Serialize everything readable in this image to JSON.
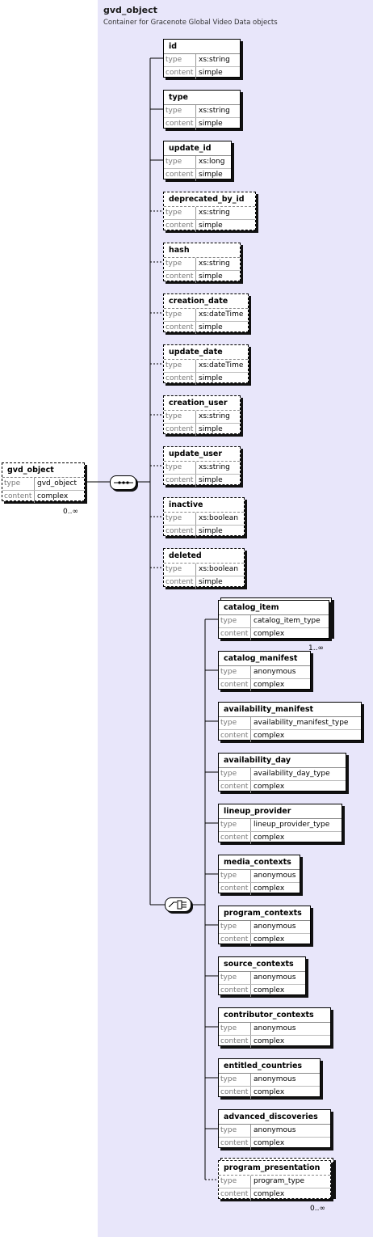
{
  "header": {
    "title": "gvd_object",
    "description": "Container for Gracenote Global Video Data objects"
  },
  "root": {
    "name": "gvd_object",
    "type": "gvd_object",
    "content": "complex",
    "cardinality": "0..∞",
    "optional": true
  },
  "labels": {
    "type": "type",
    "content": "content"
  },
  "sequence_children": [
    {
      "name": "id",
      "type": "xs:string",
      "content": "simple",
      "optional": false
    },
    {
      "name": "type",
      "type": "xs:string",
      "content": "simple",
      "optional": false
    },
    {
      "name": "update_id",
      "type": "xs:long",
      "content": "simple",
      "optional": false
    },
    {
      "name": "deprecated_by_id",
      "type": "xs:string",
      "content": "simple",
      "optional": true
    },
    {
      "name": "hash",
      "type": "xs:string",
      "content": "simple",
      "optional": true
    },
    {
      "name": "creation_date",
      "type": "xs:dateTime",
      "content": "simple",
      "optional": true
    },
    {
      "name": "update_date",
      "type": "xs:dateTime",
      "content": "simple",
      "optional": true
    },
    {
      "name": "creation_user",
      "type": "xs:string",
      "content": "simple",
      "optional": true
    },
    {
      "name": "update_user",
      "type": "xs:string",
      "content": "simple",
      "optional": true
    },
    {
      "name": "inactive",
      "type": "xs:boolean",
      "content": "simple",
      "optional": true
    },
    {
      "name": "deleted",
      "type": "xs:boolean",
      "content": "simple",
      "optional": true
    }
  ],
  "choice_children": [
    {
      "name": "catalog_item",
      "type": "catalog_item_type",
      "content": "complex",
      "optional": false,
      "multiple": true,
      "cardinality": "1..∞"
    },
    {
      "name": "catalog_manifest",
      "type": "anonymous",
      "content": "complex",
      "optional": false
    },
    {
      "name": "availability_manifest",
      "type": "availability_manifest_type",
      "content": "complex",
      "optional": false
    },
    {
      "name": "availability_day",
      "type": "availability_day_type",
      "content": "complex",
      "optional": false
    },
    {
      "name": "lineup_provider",
      "type": "lineup_provider_type",
      "content": "complex",
      "optional": false
    },
    {
      "name": "media_contexts",
      "type": "anonymous",
      "content": "complex",
      "optional": false
    },
    {
      "name": "program_contexts",
      "type": "anonymous",
      "content": "complex",
      "optional": false
    },
    {
      "name": "source_contexts",
      "type": "anonymous",
      "content": "complex",
      "optional": false
    },
    {
      "name": "contributor_contexts",
      "type": "anonymous",
      "content": "complex",
      "optional": false
    },
    {
      "name": "entitled_countries",
      "type": "anonymous",
      "content": "complex",
      "optional": false
    },
    {
      "name": "advanced_discoveries",
      "type": "anonymous",
      "content": "complex",
      "optional": false
    },
    {
      "name": "program_presentation",
      "type": "program_type",
      "content": "complex",
      "optional": true,
      "multiple": true,
      "cardinality": "0..∞"
    }
  ],
  "compositors": {
    "sequence": "sequence-icon",
    "choice": "choice-icon"
  }
}
